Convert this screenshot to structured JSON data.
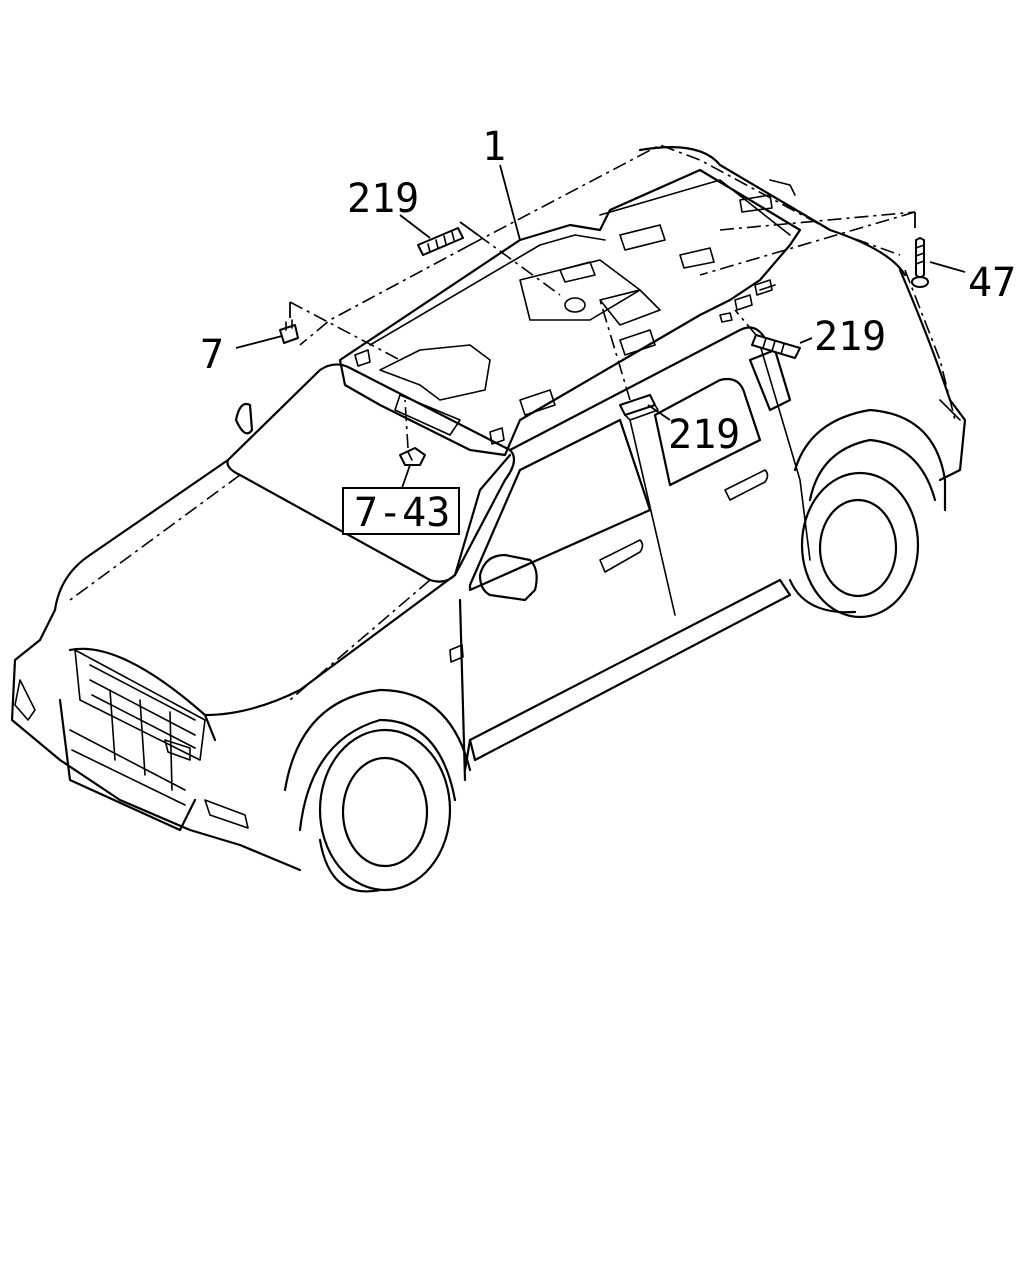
{
  "callouts": {
    "headliner": "1",
    "sunvisor_holder_left": "219",
    "sunvisor_holder_right": "219",
    "clip_left": "7",
    "screw": "47",
    "handle_holder": "219",
    "ref_box": "7-43"
  },
  "colors": {
    "line": "#000000",
    "background": "#ffffff"
  }
}
